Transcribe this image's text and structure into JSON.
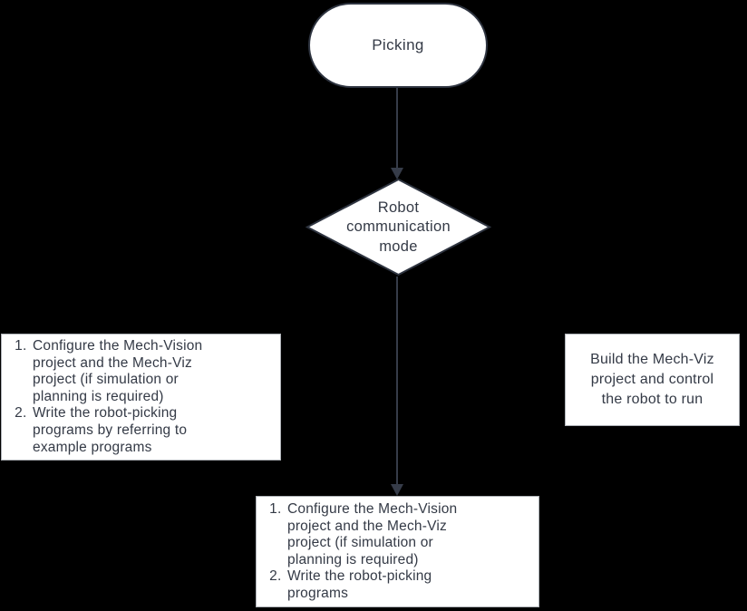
{
  "colors": {
    "canvas_bg": "#000000",
    "node_fill": "#ffffff",
    "node_border": "#2e3440",
    "box_border": "#aeb2b7",
    "text": "#343a46",
    "arrow": "#363c49"
  },
  "flowchart": {
    "start": {
      "label": "Picking"
    },
    "decision": {
      "label": "Robot communication mode"
    },
    "left_box": {
      "items": [
        "Configure the Mech-Vision project and the Mech-Viz project (if simulation or planning is required)",
        "Write the robot-picking programs by referring to example programs"
      ]
    },
    "right_box": {
      "label": "Build the Mech-Viz project and control the robot to run"
    },
    "bottom_box": {
      "items": [
        "Configure the Mech-Vision project and the Mech-Viz project (if simulation or planning is required)",
        "Write the robot-picking programs"
      ]
    }
  }
}
